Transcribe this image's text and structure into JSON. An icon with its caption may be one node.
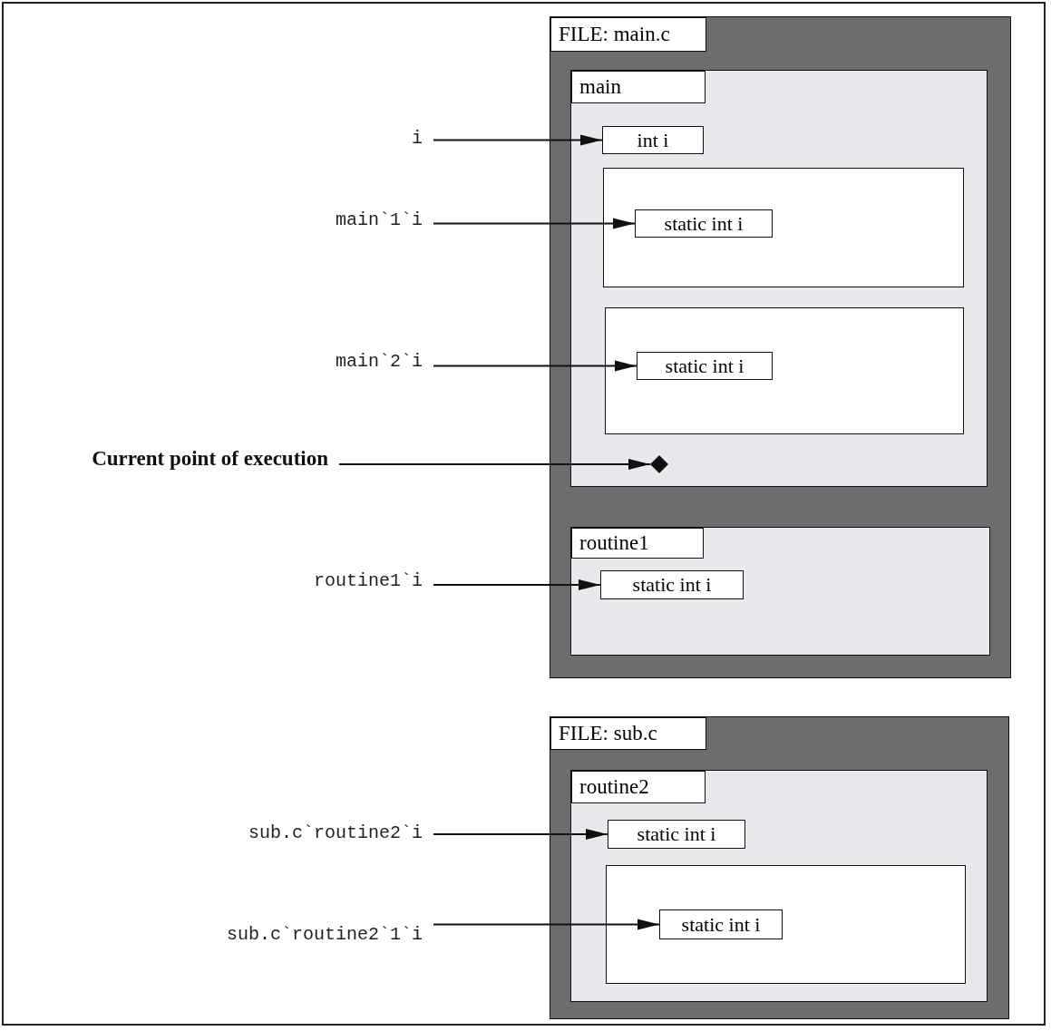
{
  "diagram": {
    "nodes": [
      {
        "text": [],
        "shape": "box"
      },
      {
        "text": [
          "FILE: main.c"
        ],
        "in": 0
      },
      {
        "text": [],
        "shape": "box",
        "in": 0
      },
      {
        "text": [
          "main"
        ],
        "in": 2
      },
      {
        "text": [
          "int i"
        ],
        "in": 2
      },
      {
        "text": [],
        "shape": "box",
        "in": 2
      },
      {
        "text": [
          "static int i"
        ],
        "in": 5
      },
      {
        "text": [],
        "shape": "box",
        "in": 2
      },
      {
        "text": [
          "static int i"
        ],
        "in": 7
      },
      {
        "text": [],
        "shape": "diamond",
        "in": 2
      },
      {
        "text": [],
        "shape": "box",
        "in": 0
      },
      {
        "text": [
          "routine1"
        ],
        "in": 10
      },
      {
        "text": [
          "static int i"
        ],
        "in": 10
      },
      {
        "text": [],
        "shape": "box"
      },
      {
        "text": [
          "FILE: sub.c"
        ],
        "in": 13
      },
      {
        "text": [],
        "shape": "box",
        "in": 13
      },
      {
        "text": [
          "routine2"
        ],
        "in": 15
      },
      {
        "text": [
          "static int i"
        ],
        "in": 15
      },
      {
        "text": [],
        "shape": "box",
        "in": 15
      },
      {
        "text": [
          "static int i"
        ],
        "in": 18
      },
      {
        "text": [
          "i"
        ]
      },
      {
        "text": [
          "main`1`i"
        ]
      },
      {
        "text": [
          "main`2`i"
        ]
      },
      {
        "text": [
          "Current point of execution"
        ]
      },
      {
        "text": [
          "routine1`i"
        ]
      },
      {
        "text": [
          "sub.c`routine2`i"
        ]
      },
      {
        "text": [
          "sub.c`routine2`1`i"
        ]
      }
    ],
    "edges": [
      {
        "from": 20,
        "to": 4,
        "arrow": "to"
      },
      {
        "from": 21,
        "to": 6,
        "arrow": "to"
      },
      {
        "from": 22,
        "to": 8,
        "arrow": "to"
      },
      {
        "from": 23,
        "to": 9,
        "arrow": "to"
      },
      {
        "from": 24,
        "to": 12,
        "arrow": "to"
      },
      {
        "from": 25,
        "to": 17,
        "arrow": "to"
      },
      {
        "from": 26,
        "to": 19,
        "arrow": "to"
      }
    ]
  }
}
